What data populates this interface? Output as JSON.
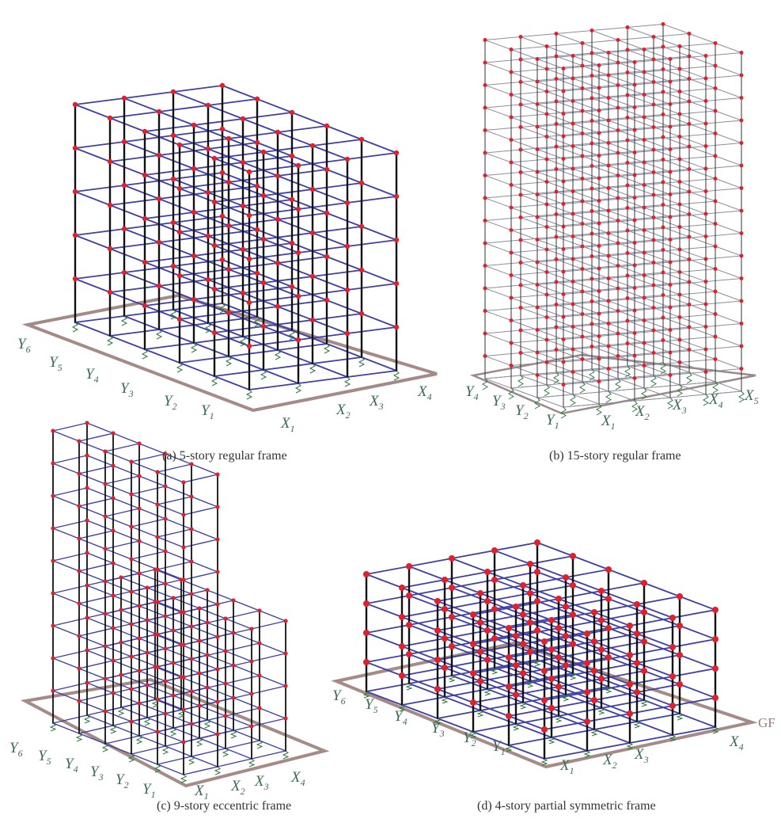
{
  "figures": [
    {
      "id": "a",
      "caption": "(a)  5-story regular frame",
      "x_axes": [
        [
          "X",
          "1"
        ],
        [
          "X",
          "2"
        ],
        [
          "X",
          "3"
        ],
        [
          "X",
          "4"
        ]
      ],
      "y_axes": [
        [
          "Y",
          "6"
        ],
        [
          "Y",
          "5"
        ],
        [
          "Y",
          "4"
        ],
        [
          "Y",
          "3"
        ],
        [
          "Y",
          "2"
        ],
        [
          "Y",
          "1"
        ]
      ],
      "stories": 5
    },
    {
      "id": "b",
      "caption": "(b)  15-story regular frame",
      "x_axes": [
        [
          "X",
          "1"
        ],
        [
          "X",
          "2"
        ],
        [
          "X",
          "3"
        ],
        [
          "X",
          "4"
        ],
        [
          "X",
          "5"
        ]
      ],
      "y_axes": [
        [
          "Y",
          "4"
        ],
        [
          "Y",
          "3"
        ],
        [
          "Y",
          "2"
        ],
        [
          "Y",
          "1"
        ]
      ],
      "stories": 15
    },
    {
      "id": "c",
      "caption": "(c)  9-story eccentric frame",
      "x_axes": [
        [
          "X",
          "1"
        ],
        [
          "X",
          "2"
        ],
        [
          "X",
          "3"
        ],
        [
          "X",
          "4"
        ]
      ],
      "y_axes": [
        [
          "Y",
          "6"
        ],
        [
          "Y",
          "5"
        ],
        [
          "Y",
          "4"
        ],
        [
          "Y",
          "3"
        ],
        [
          "Y",
          "2"
        ],
        [
          "Y",
          "1"
        ]
      ],
      "stories": 9
    },
    {
      "id": "d",
      "caption": "(d)  4-story partial symmetric frame",
      "x_axes": [
        [
          "X",
          "1"
        ],
        [
          "X",
          "2"
        ],
        [
          "X",
          "3"
        ],
        [
          "X",
          "4"
        ]
      ],
      "y_axes": [
        [
          "Y",
          "6"
        ],
        [
          "Y",
          "5"
        ],
        [
          "Y",
          "4"
        ],
        [
          "Y",
          "3"
        ],
        [
          "Y",
          "2"
        ],
        [
          "Y",
          "1"
        ]
      ],
      "stories": 4,
      "ground_label": "GF"
    }
  ],
  "colors": {
    "beam": "#3f3fa8",
    "column": "#111111",
    "node": "#e0202a",
    "slab_outline": "#a58b86",
    "spring": "#2f7a3c",
    "axis_label": "#3d6b55",
    "frame_b": "#8c8ca0"
  }
}
